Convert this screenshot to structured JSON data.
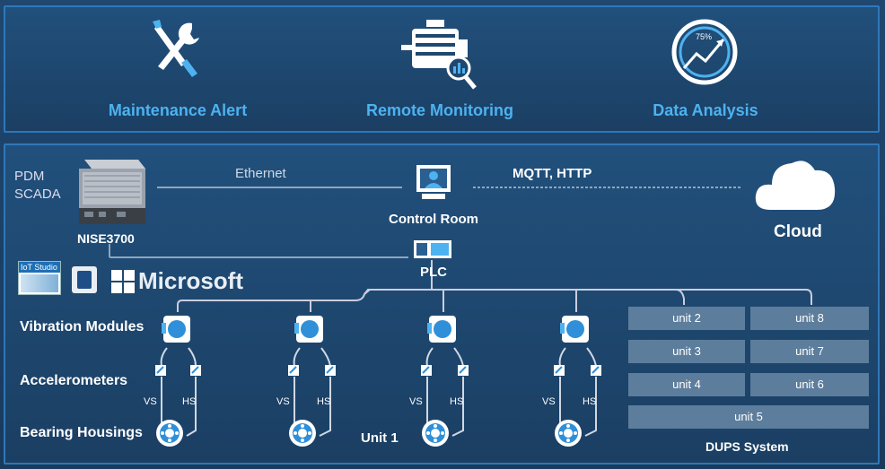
{
  "features": [
    {
      "label": "Maintenance Alert",
      "icon": "wrench-screwdriver-icon"
    },
    {
      "label": "Remote Monitoring",
      "icon": "motor-magnifier-icon"
    },
    {
      "label": "Data Analysis",
      "icon": "gauge-chart-icon",
      "gauge_text": "75%"
    }
  ],
  "system": {
    "pdm_scada": [
      "PDM",
      "SCADA"
    ],
    "nise": "NISE3700",
    "ethernet": "Ethernet",
    "control_room": "Control Room",
    "protocols": "MQTT, HTTP",
    "cloud": "Cloud",
    "plc": "PLC",
    "microsoft": "Microsoft",
    "iot_studio": "IoT Studio"
  },
  "rows": {
    "vibration": "Vibration Modules",
    "accelerometers": "Accelerometers",
    "bearing": "Bearing Housings"
  },
  "sensor_labels": {
    "vs": "VS",
    "hs": "HS"
  },
  "unit1": "Unit 1",
  "units": [
    "unit 2",
    "unit 8",
    "unit 3",
    "unit 7",
    "unit 4",
    "unit 6",
    "unit 5"
  ],
  "dups": "DUPS System"
}
